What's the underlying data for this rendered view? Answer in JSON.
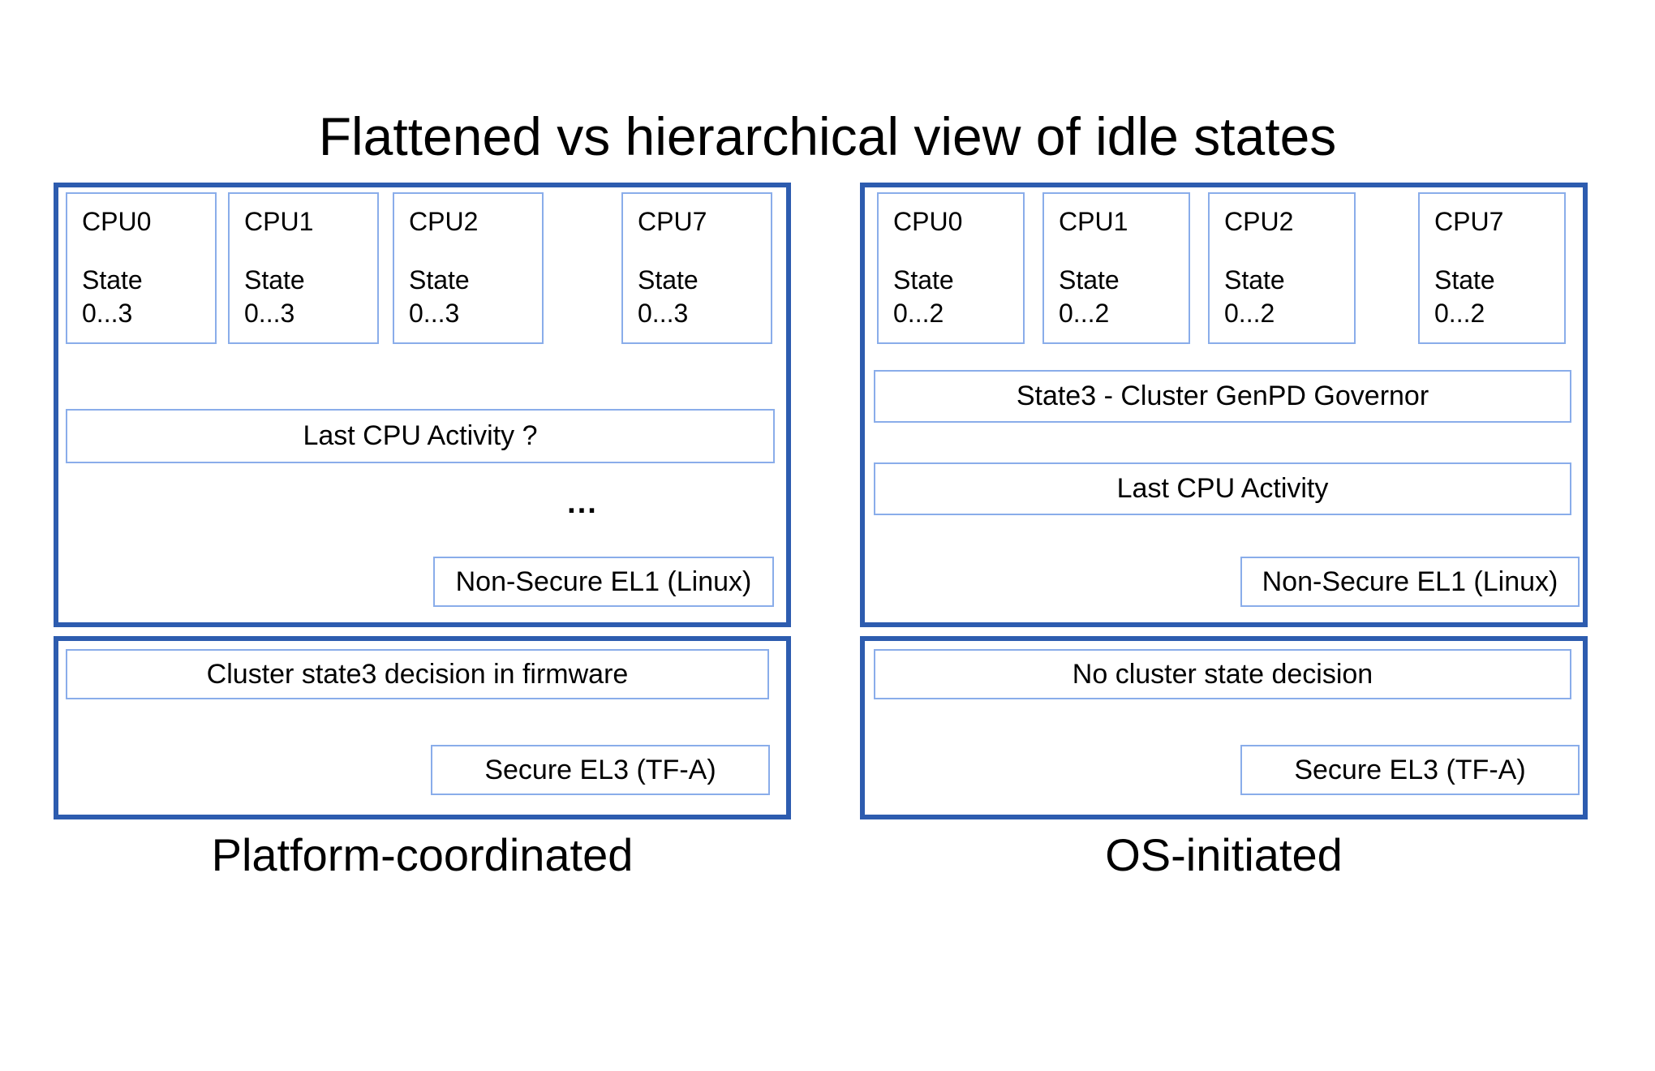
{
  "title": "Flattened vs hierarchical view of idle states",
  "colors": {
    "panel_border": "#2d5caf",
    "box_border": "#8aadea",
    "text": "#000000",
    "background": "#ffffff"
  },
  "left": {
    "caption": "Platform-coordinated",
    "ellipsis": "...",
    "cpus": [
      {
        "label": "CPU0",
        "state_word": "State",
        "state_range": "0...3"
      },
      {
        "label": "CPU1",
        "state_word": "State",
        "state_range": "0...3"
      },
      {
        "label": "CPU2",
        "state_word": "State",
        "state_range": "0...3"
      },
      {
        "label": "CPU7",
        "state_word": "State",
        "state_range": "0...3"
      }
    ],
    "last_activity": "Last CPU Activity ?",
    "non_secure_el1": "Non-Secure EL1 (Linux)",
    "cluster_decision": "Cluster state3 decision in firmware",
    "secure_el3": "Secure EL3 (TF-A)"
  },
  "right": {
    "caption": "OS-initiated",
    "ellipsis": "...",
    "cpus": [
      {
        "label": "CPU0",
        "state_word": "State",
        "state_range": "0...2"
      },
      {
        "label": "CPU1",
        "state_word": "State",
        "state_range": "0...2"
      },
      {
        "label": "CPU2",
        "state_word": "State",
        "state_range": "0...2"
      },
      {
        "label": "CPU7",
        "state_word": "State",
        "state_range": "0...2"
      }
    ],
    "genpd_governor": "State3 - Cluster GenPD Governor",
    "last_activity": "Last CPU Activity",
    "non_secure_el1": "Non-Secure EL1 (Linux)",
    "no_cluster_decision": "No cluster state decision",
    "secure_el3": "Secure EL3 (TF-A)"
  }
}
